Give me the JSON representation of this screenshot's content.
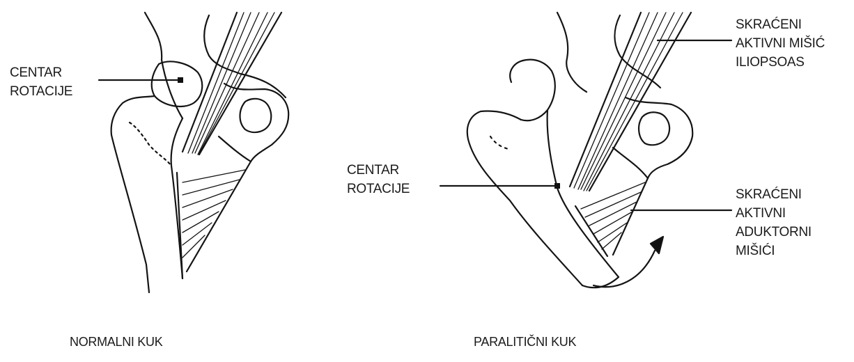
{
  "diagram": {
    "left_panel": {
      "center_label": [
        "CENTAR",
        "ROTACIJE"
      ],
      "caption": "NORMALNI KUK"
    },
    "right_panel": {
      "center_label": [
        "CENTAR",
        "ROTACIJE"
      ],
      "iliopsoas_label": [
        "SKRAĆENI",
        "AKTIVNI MIŠIĆ",
        "ILIOPSOAS"
      ],
      "adductor_label": [
        "SKRAĆENI",
        "AKTIVNI",
        "ADUKTORNI",
        "MIŠIĆI"
      ],
      "caption": "PARALITIČNI KUK"
    }
  }
}
